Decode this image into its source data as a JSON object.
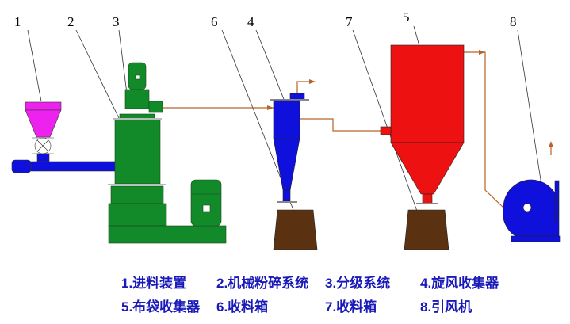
{
  "colors": {
    "feeder": "#ee22ee",
    "screw": "#1010dd",
    "mill": "#128a2a",
    "cyclone": "#1010dd",
    "bag_filter": "#ee1111",
    "bin": "#5a3212",
    "fan": "#1010dd",
    "pipe": "#b5652a",
    "legend_text": "#1a1ab8"
  },
  "callouts": [
    "1",
    "2",
    "3",
    "6",
    "4",
    "7",
    "5",
    "8"
  ],
  "legend": [
    "1.进料装置",
    "2.机械粉碎系统",
    "3.分级系统",
    "4.旋风收集器",
    "5.布袋收集器",
    "6.收料箱",
    "7.收料箱",
    "8.引风机"
  ]
}
